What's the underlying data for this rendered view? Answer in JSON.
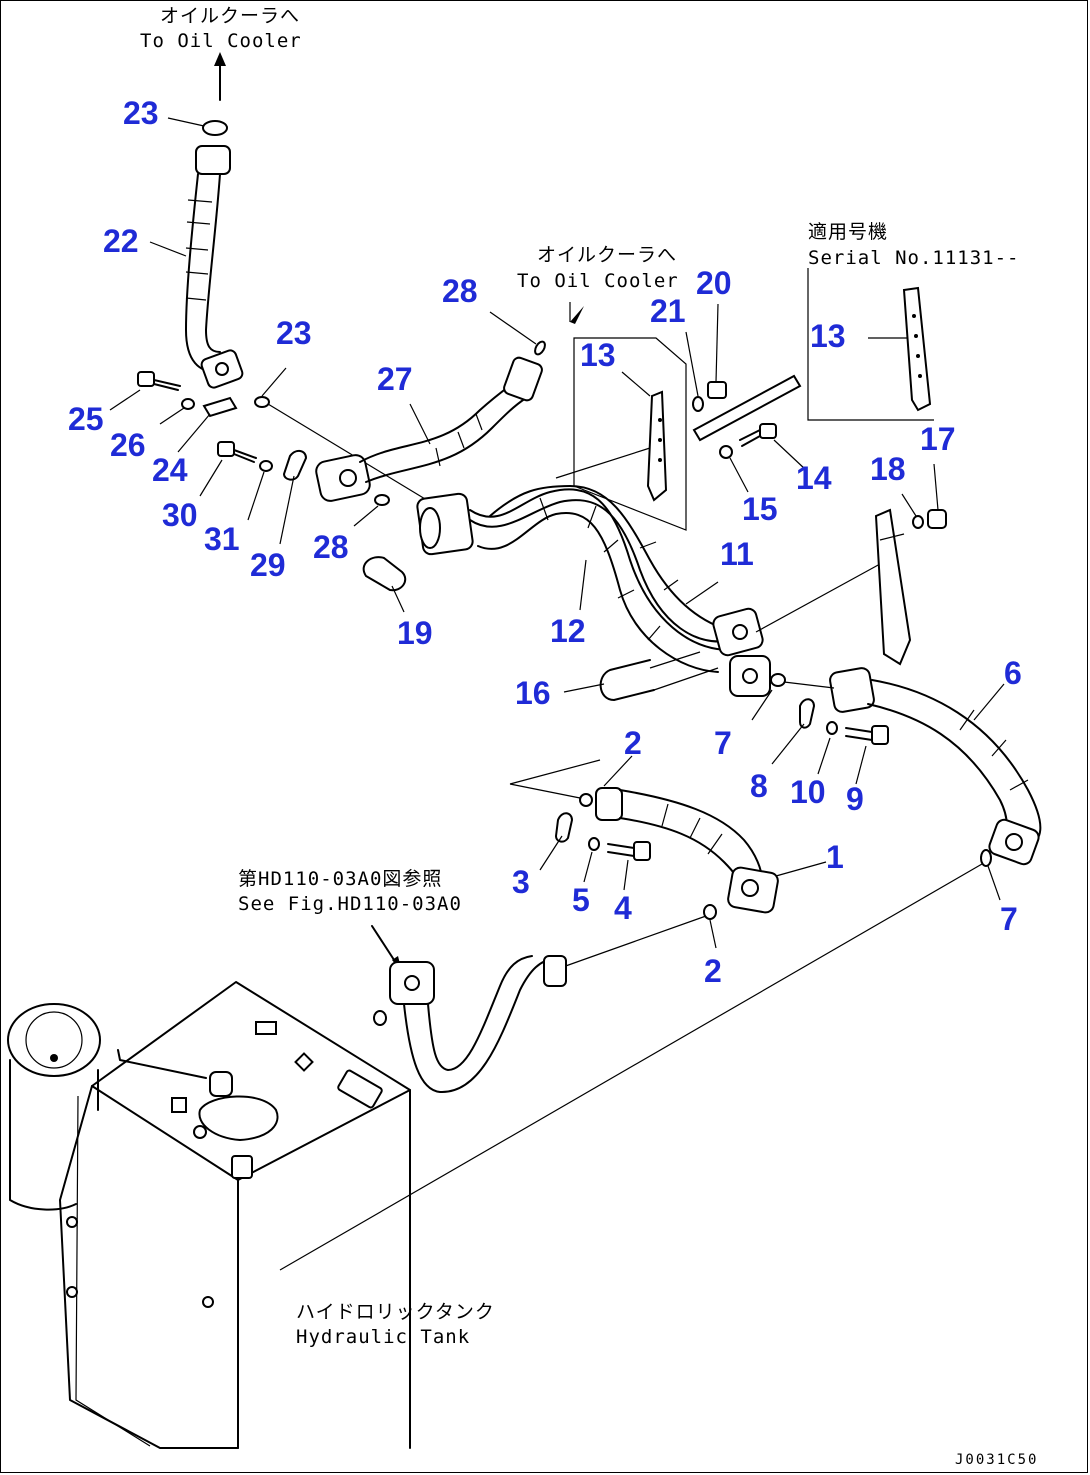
{
  "captions": {
    "oil_cooler_top_jp": "オイルクーラへ",
    "oil_cooler_top_en": "To Oil Cooler",
    "oil_cooler_mid_jp": "オイルクーラへ",
    "oil_cooler_mid_en": "To Oil Cooler",
    "serial_jp": "適用号機",
    "serial_en": "Serial No.11131--",
    "see_fig_jp": "第HD110-03A0図参照",
    "see_fig_en": "See Fig.HD110-03A0",
    "tank_jp": "ハイドロリックタンク",
    "tank_en": "Hydraulic Tank"
  },
  "drawing_code": "J0031C50",
  "callouts": [
    "23",
    "22",
    "25",
    "26",
    "24",
    "30",
    "31",
    "29",
    "28",
    "23",
    "27",
    "28",
    "19",
    "13",
    "21",
    "20",
    "13",
    "14",
    "15",
    "17",
    "18",
    "12",
    "11",
    "16",
    "7",
    "2",
    "8",
    "10",
    "9",
    "6",
    "3",
    "5",
    "4",
    "1",
    "7",
    "2"
  ]
}
